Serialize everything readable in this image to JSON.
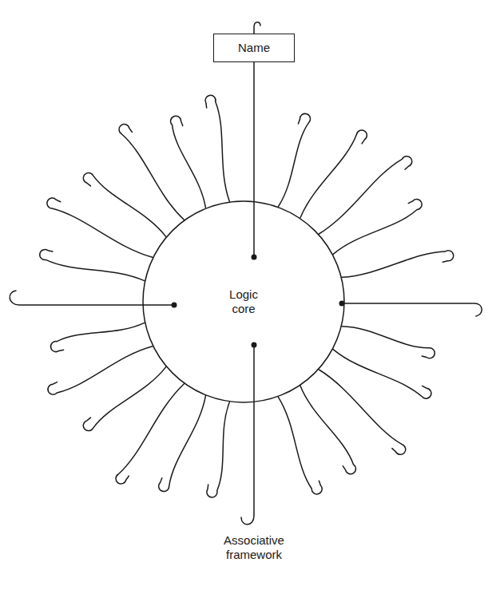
{
  "diagram": {
    "nodes": [
      {
        "text": [
          "Name"
        ]
      },
      {
        "text": [
          "Logic core"
        ]
      }
    ],
    "edges": [
      {
        "from": 0,
        "to": 1,
        "arrow": "none"
      }
    ],
    "labels": [
      "Associative framework"
    ]
  }
}
